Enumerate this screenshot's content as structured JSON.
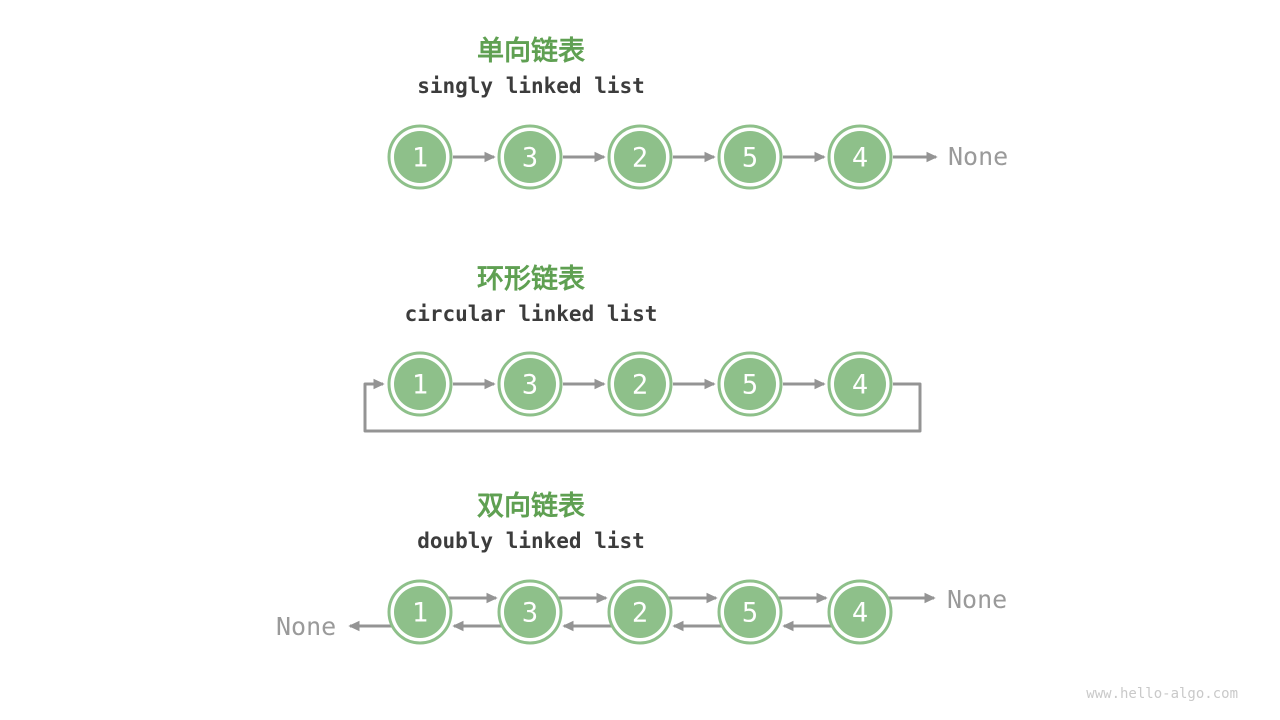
{
  "page": {
    "watermark": "www.hello-algo.com"
  },
  "colors": {
    "node": "#8EC08A",
    "arrow": "#949494",
    "title_green": "#5FA052",
    "subtitle_text": "#3C3C3C",
    "none_text": "#9A9A9A",
    "watermark_text": "#C9C9C9",
    "node_value_text": "#FFFFFF"
  },
  "sections": [
    {
      "title": "单向链表",
      "subtitle": "singly linked list",
      "nodes": [
        "1",
        "3",
        "2",
        "5",
        "4"
      ],
      "tail_label": "None"
    },
    {
      "title": "环形链表",
      "subtitle": "circular linked list",
      "nodes": [
        "1",
        "3",
        "2",
        "5",
        "4"
      ]
    },
    {
      "title": "双向链表",
      "subtitle": "doubly linked list",
      "nodes": [
        "1",
        "3",
        "2",
        "5",
        "4"
      ],
      "head_label": "None",
      "tail_label": "None"
    }
  ]
}
